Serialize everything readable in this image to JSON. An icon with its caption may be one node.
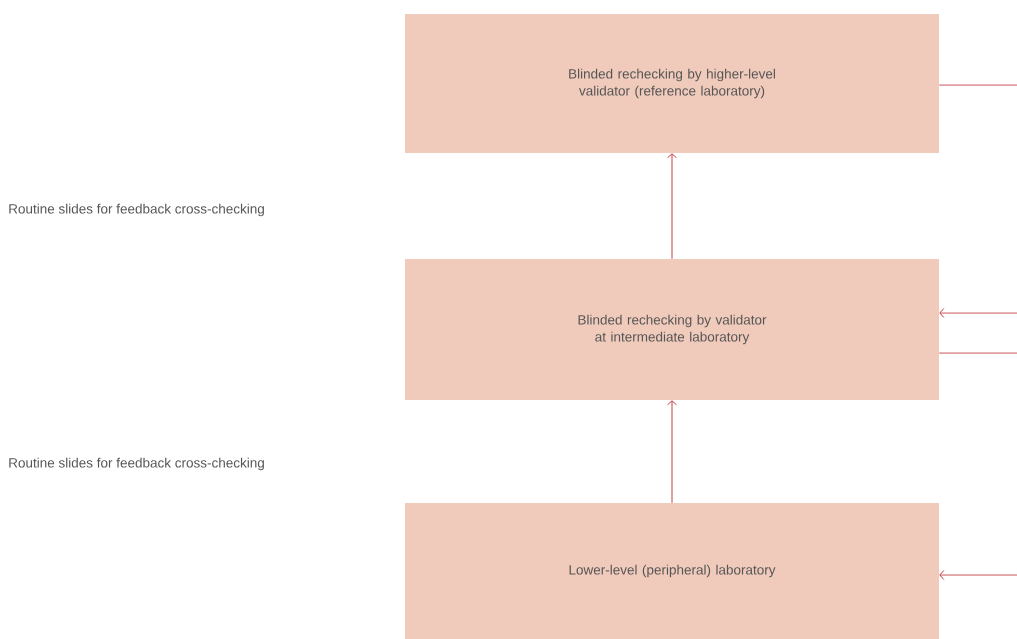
{
  "diagram": {
    "nodes": [
      {
        "text": [
          "Blinded rechecking by higher-level validator (reference laboratory)"
        ]
      },
      {
        "text": [
          "Blinded rechecking by validator at intermediate laboratory"
        ]
      },
      {
        "text": [
          "Lower-level (peripheral) laboratory"
        ]
      }
    ],
    "edges": [
      {
        "from": 2,
        "to": 1,
        "arrow": "to"
      },
      {
        "from": 1,
        "to": 0,
        "arrow": "to"
      },
      {
        "from": 0,
        "to": null,
        "arrow": "none"
      },
      {
        "from": null,
        "to": 1,
        "arrow": "to"
      },
      {
        "from": 1,
        "to": null,
        "arrow": "none"
      },
      {
        "from": null,
        "to": 2,
        "arrow": "to"
      }
    ],
    "labels": [
      "Routine slides for feedback cross-checking",
      "Routine slides for feedback cross-checking"
    ]
  }
}
